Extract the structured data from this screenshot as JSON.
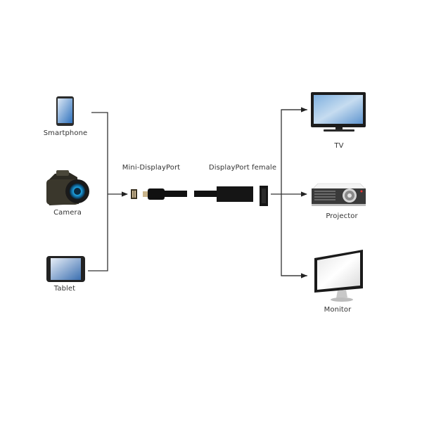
{
  "diagram": {
    "title": "Mini-DisplayPort to DisplayPort female adapter connection diagram",
    "sources": [
      {
        "id": "smartphone",
        "label": "Smartphone",
        "icon": "smartphone-icon"
      },
      {
        "id": "camera",
        "label": "Camera",
        "icon": "camera-icon"
      },
      {
        "id": "tablet",
        "label": "Tablet",
        "icon": "tablet-icon"
      }
    ],
    "adapter": {
      "input_label": "Mini-DisplayPort",
      "output_label": "DisplayPort female"
    },
    "outputs": [
      {
        "id": "tv",
        "label": "TV",
        "icon": "tv-icon"
      },
      {
        "id": "projector",
        "label": "Projector",
        "icon": "projector-icon"
      },
      {
        "id": "monitor",
        "label": "Monitor",
        "icon": "monitor-icon"
      }
    ],
    "colors": {
      "line": "#333333",
      "cable": "#111111",
      "screen_blue": "#4a86c8",
      "lens_blue": "#1fa3e0",
      "text": "#333333"
    }
  }
}
